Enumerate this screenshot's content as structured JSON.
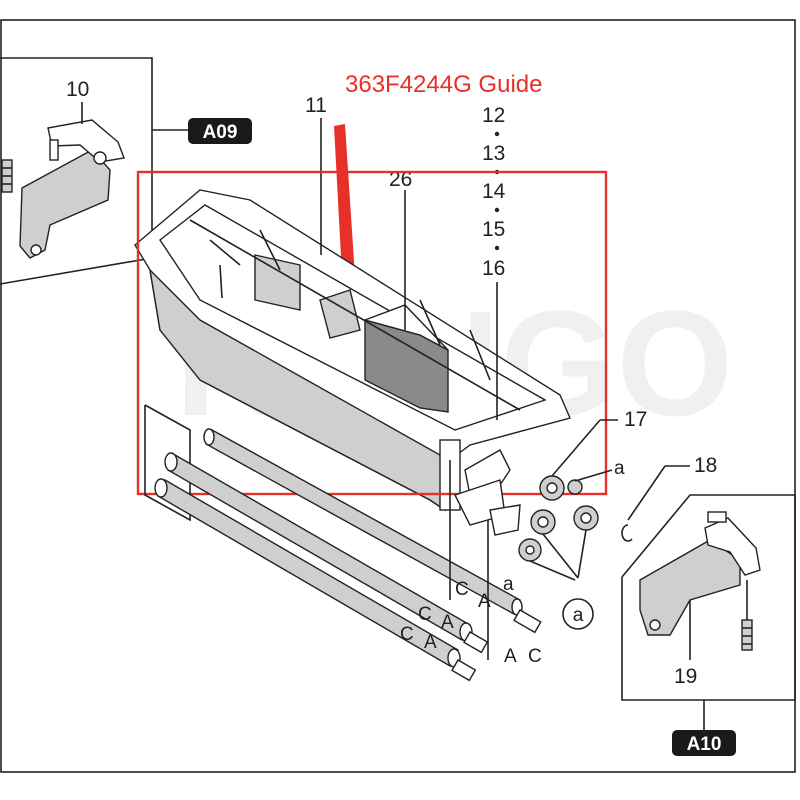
{
  "caption": "363F4244G Guide",
  "callouts": {
    "c10": "10",
    "c11": "11",
    "c12": "12",
    "c13": "13",
    "c14": "14",
    "c15": "15",
    "c16": "16",
    "c17": "17",
    "c18": "18",
    "c19": "19",
    "c26": "26"
  },
  "refs": {
    "a09": "A09",
    "a10": "A10"
  },
  "letters": {
    "a": "a",
    "C": "C",
    "A": "A"
  },
  "colors": {
    "highlight": "#e8302a",
    "badge": "#1a1a1a",
    "line": "#222222"
  },
  "watermark": "KANGO"
}
